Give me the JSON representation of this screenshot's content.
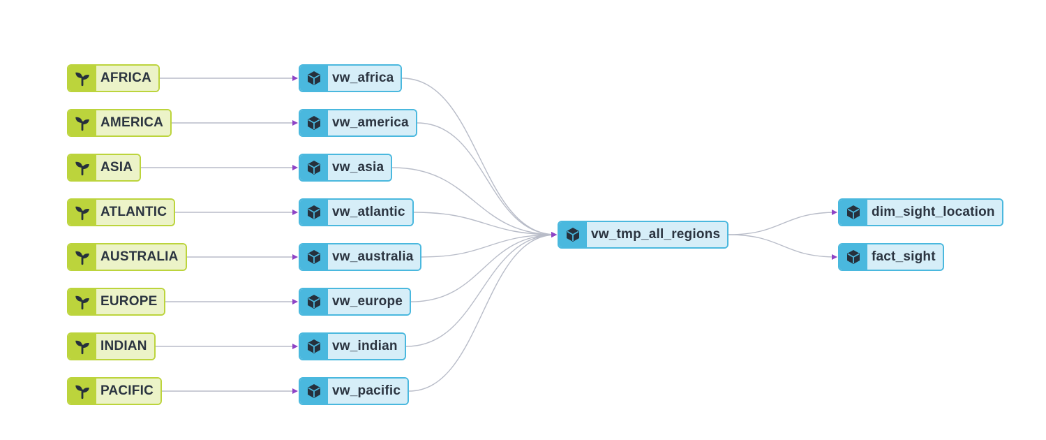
{
  "colors": {
    "source_border": "#bcd43c",
    "source_fill": "#ecf3c8",
    "model_border": "#4ab8de",
    "model_fill": "#d6eef8",
    "edge": "#b8bcc8",
    "arrow": "#8e44c6"
  },
  "sources": [
    {
      "label": "AFRICA",
      "icon": "sprout-icon"
    },
    {
      "label": "AMERICA",
      "icon": "sprout-icon"
    },
    {
      "label": "ASIA",
      "icon": "sprout-icon"
    },
    {
      "label": "ATLANTIC",
      "icon": "sprout-icon"
    },
    {
      "label": "AUSTRALIA",
      "icon": "sprout-icon"
    },
    {
      "label": "EUROPE",
      "icon": "sprout-icon"
    },
    {
      "label": "INDIAN",
      "icon": "sprout-icon"
    },
    {
      "label": "PACIFIC",
      "icon": "sprout-icon"
    }
  ],
  "views": [
    {
      "label": "vw_africa",
      "icon": "cube-icon"
    },
    {
      "label": "vw_america",
      "icon": "cube-icon"
    },
    {
      "label": "vw_asia",
      "icon": "cube-icon"
    },
    {
      "label": "vw_atlantic",
      "icon": "cube-icon"
    },
    {
      "label": "vw_australia",
      "icon": "cube-icon"
    },
    {
      "label": "vw_europe",
      "icon": "cube-icon"
    },
    {
      "label": "vw_indian",
      "icon": "cube-icon"
    },
    {
      "label": "vw_pacific",
      "icon": "cube-icon"
    }
  ],
  "union": {
    "label": "vw_tmp_all_regions",
    "icon": "cube-icon"
  },
  "outputs": [
    {
      "label": "dim_sight_location",
      "icon": "cube-icon"
    },
    {
      "label": "fact_sight",
      "icon": "cube-icon"
    }
  ]
}
